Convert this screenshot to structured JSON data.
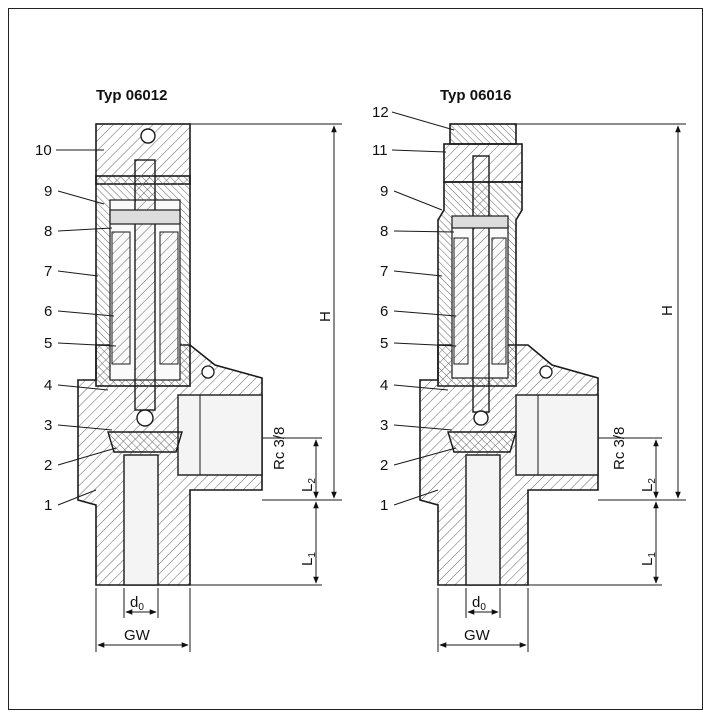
{
  "drawings": [
    {
      "title": "Typ 06012",
      "callouts": [
        "1",
        "2",
        "3",
        "4",
        "5",
        "6",
        "7",
        "8",
        "9",
        "10"
      ],
      "dims": {
        "height": "H",
        "thread": "Rc 3/8",
        "l2": "L",
        "l2_sub": "2",
        "l1": "L",
        "l1_sub": "1",
        "d0": "d",
        "d0_sub": "0",
        "gw": "GW"
      }
    },
    {
      "title": "Typ 06016",
      "callouts": [
        "1",
        "2",
        "3",
        "4",
        "5",
        "6",
        "7",
        "8",
        "9",
        "11",
        "12"
      ],
      "dims": {
        "height": "H",
        "thread": "Rc 3/8",
        "l2": "L",
        "l2_sub": "2",
        "l1": "L",
        "l1_sub": "1",
        "d0": "d",
        "d0_sub": "0",
        "gw": "GW"
      }
    }
  ],
  "colors": {
    "line": "#1a1a1a",
    "hatch": "#555555",
    "section_bg": "#f2f2f2"
  }
}
